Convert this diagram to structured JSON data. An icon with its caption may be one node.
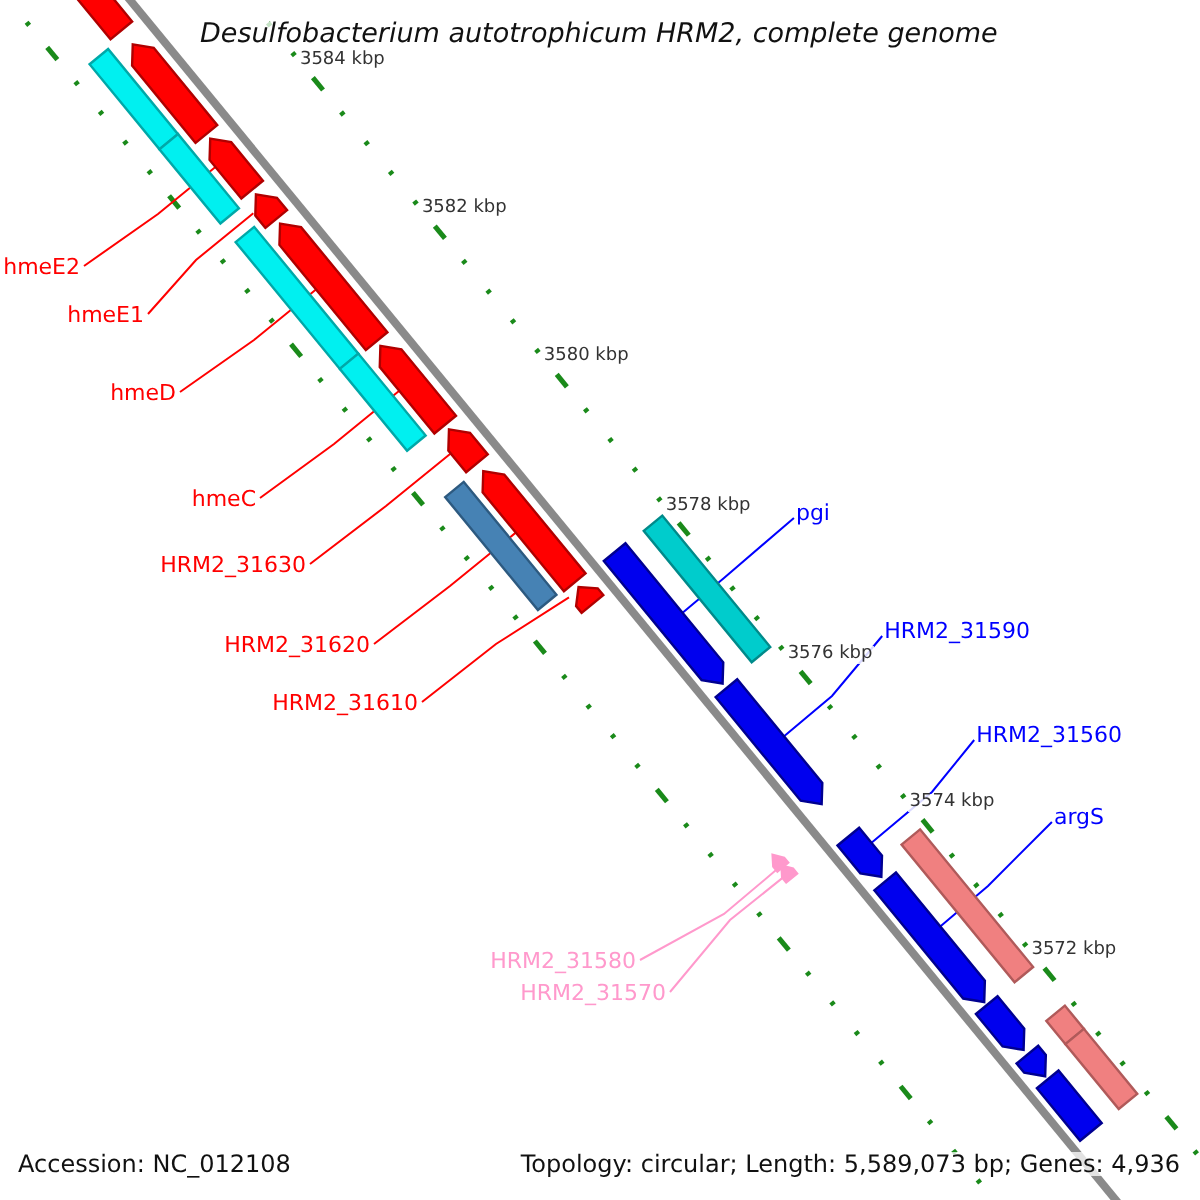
{
  "diagram": {
    "title": "Desulfobacterium autotrophicum HRM2, complete genome",
    "nodes": [
      {
        "text": [
          "hmeE2"
        ]
      },
      {
        "text": [
          "hmeE1"
        ]
      },
      {
        "text": [
          "hmeD"
        ]
      },
      {
        "text": [
          "hmeC"
        ]
      },
      {
        "text": [
          "HRM2_31630"
        ]
      },
      {
        "text": [
          "HRM2_31620"
        ]
      },
      {
        "text": [
          "HRM2_31610"
        ]
      },
      {
        "text": [
          "pgi"
        ]
      },
      {
        "text": [
          "HRM2_31590"
        ]
      },
      {
        "text": [
          "HRM2_31560"
        ]
      },
      {
        "text": [
          "argS"
        ]
      },
      {
        "text": [
          "HRM2_31580"
        ]
      },
      {
        "text": [
          "HRM2_31570"
        ]
      },
      {
        "text": [],
        "shape": "arrow"
      },
      {
        "text": [],
        "shape": "arrow"
      },
      {
        "text": [],
        "shape": "arrow"
      },
      {
        "text": [],
        "shape": "arrow"
      },
      {
        "text": [],
        "shape": "arrow"
      },
      {
        "text": [],
        "shape": "arrow"
      },
      {
        "text": [],
        "shape": "arrow"
      },
      {
        "text": [],
        "shape": "arrow"
      },
      {
        "text": [],
        "shape": "arrow"
      },
      {
        "text": [],
        "shape": "bar"
      },
      {
        "text": [],
        "shape": "bar"
      },
      {
        "text": [],
        "shape": "bar"
      },
      {
        "text": [],
        "shape": "bar"
      },
      {
        "text": [],
        "shape": "bar"
      },
      {
        "text": [],
        "shape": "arrow"
      },
      {
        "text": [],
        "shape": "arrow"
      },
      {
        "text": [],
        "shape": "arrow"
      },
      {
        "text": [],
        "shape": "arrow"
      },
      {
        "text": [],
        "shape": "arrow"
      },
      {
        "text": [],
        "shape": "arrow"
      },
      {
        "text": [],
        "shape": "arrow"
      },
      {
        "text": [],
        "shape": "bar"
      },
      {
        "text": [],
        "shape": "bar"
      },
      {
        "text": [],
        "shape": "bar"
      },
      {
        "text": [],
        "shape": "bar"
      },
      {
        "text": [],
        "shape": "arrow"
      },
      {
        "text": [],
        "shape": "arrow"
      }
    ],
    "edges": [
      {
        "from": 0,
        "to": 15,
        "arrow": "none"
      },
      {
        "from": 1,
        "to": 16,
        "arrow": "none"
      },
      {
        "from": 2,
        "to": 17,
        "arrow": "none"
      },
      {
        "from": 3,
        "to": 18,
        "arrow": "none"
      },
      {
        "from": 4,
        "to": 19,
        "arrow": "none"
      },
      {
        "from": 5,
        "to": 20,
        "arrow": "none"
      },
      {
        "from": 6,
        "to": 21,
        "arrow": "none"
      },
      {
        "from": 7,
        "to": 27,
        "arrow": "none",
        "color": "#0000ff"
      },
      {
        "from": 8,
        "to": 28,
        "arrow": "none",
        "color": "#0000ff"
      },
      {
        "from": 9,
        "to": 29,
        "arrow": "none",
        "color": "#0000ff"
      },
      {
        "from": 10,
        "to": 30,
        "arrow": "none",
        "color": "#0000ff"
      },
      {
        "from": 11,
        "to": 38,
        "arrow": "none",
        "color": "#ff99cc"
      },
      {
        "from": 12,
        "to": 39,
        "arrow": "none",
        "color": "#ff99cc"
      }
    ],
    "labels": [
      "3584 kbp",
      "3582 kbp",
      "3580 kbp",
      "3578 kbp",
      "3576 kbp",
      "3574 kbp",
      "3572 kbp",
      "Accession: NC_012108",
      "Topology: circular; Length: 5,589,073 bp; Genes: 4,936"
    ]
  }
}
